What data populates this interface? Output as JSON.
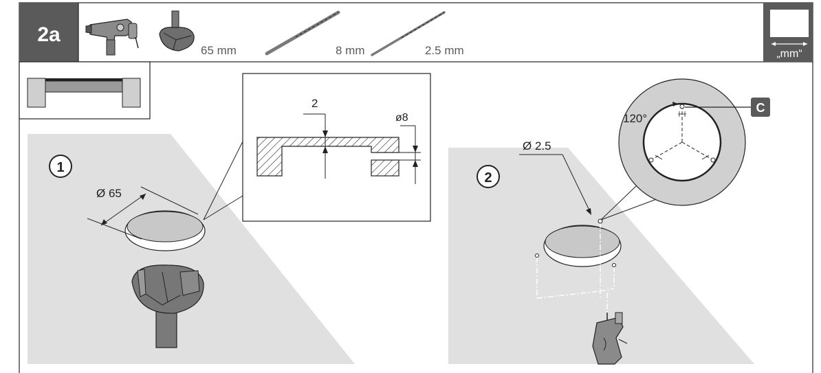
{
  "step": {
    "number": "2a"
  },
  "tools": {
    "forstner_size": "65 mm",
    "drill_bit_1_size": "8 mm",
    "drill_bit_2_size": "2.5 mm"
  },
  "unit_badge": {
    "label": "„mm“"
  },
  "panel1": {
    "number": "1",
    "diameter_label": "Ø 65",
    "detail": {
      "depth_label": "2",
      "hole_label": "ø8"
    }
  },
  "panel2": {
    "number": "2",
    "diameter_label": "Ø 2.5",
    "angle_label": "120°",
    "callout_label": "C"
  },
  "colors": {
    "header_box": "#5a5a5a",
    "surface": "#e0e0e0",
    "detail_fill": "#d4d4d4",
    "tool_fill": "#7a7a7a",
    "line": "#222222"
  }
}
